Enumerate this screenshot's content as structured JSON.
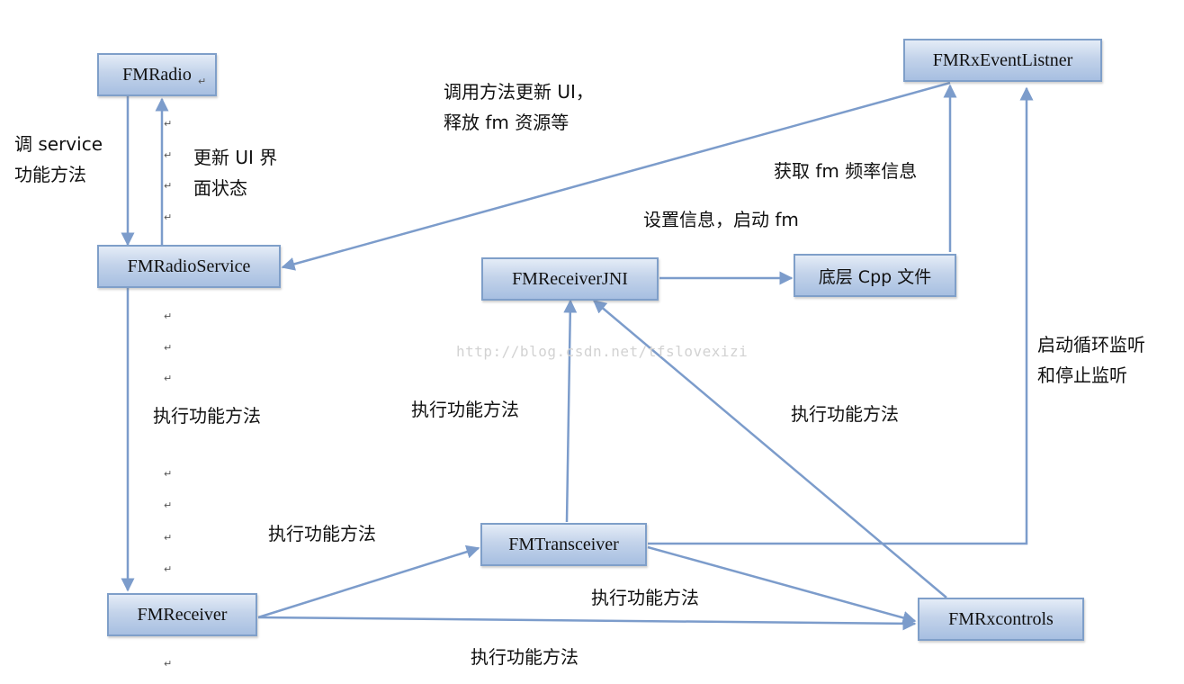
{
  "nodes": {
    "fmradio": "FMRadio",
    "fmradioservice": "FMRadioService",
    "fmreceiver": "FMReceiver",
    "fmtransceiver": "FMTransceiver",
    "fmreceiverjni": "FMReceiverJNI",
    "cpp_file": "底层 Cpp 文件",
    "fmrxeventlistner": "FMRxEventListner",
    "fmrxcontrols": "FMRxcontrols"
  },
  "labels": {
    "call_service_l1": "调  service",
    "call_service_l2": "功能方法",
    "update_ui_l1": "更新  UI  界",
    "update_ui_l2": "面状态",
    "call_update_l1": "调用方法更新  UI，",
    "call_update_l2": "释放 fm 资源等",
    "get_freq": "获取 fm 频率信息",
    "set_info": "设置信息，启动 fm",
    "loop_listen_l1": "启动循环监听",
    "loop_listen_l2": "和停止监听",
    "exec_service": "执行功能方法",
    "exec_jni": "执行功能方法",
    "exec_controls_jni": "执行功能方法",
    "exec_receiver_transceiver": "执行功能方法",
    "exec_transceiver_controls": "执行功能方法",
    "exec_receiver_controls": "执行功能方法"
  },
  "watermark": "http://blog.csdn.net/tfslovexizi",
  "colors": {
    "arrow": "#7c9ccb",
    "node_border": "#7f9fc9"
  }
}
